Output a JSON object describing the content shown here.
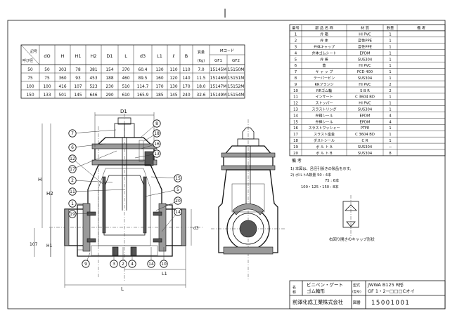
{
  "drawing": {
    "sheet_mark": "|"
  },
  "dim_table": {
    "head_nominal_top": "記号",
    "head_nominal_bottom": "呼び径",
    "columns": [
      "dO",
      "H",
      "H1",
      "H2",
      "D1",
      "L",
      "d3",
      "L1",
      "ℓ",
      "B"
    ],
    "mass_head": "質量",
    "mass_unit": "(Kg)",
    "code_head": "Mコ−ド",
    "code_cols": [
      "GF1",
      "GF2"
    ],
    "rows": [
      {
        "size": "50",
        "vals": [
          "50",
          "303",
          "78",
          "381",
          "154",
          "370",
          "60.4",
          "130",
          "110",
          "110"
        ],
        "mass": "7.0",
        "gf1": "15145M",
        "gf2": "15150M"
      },
      {
        "size": "75",
        "vals": [
          "75",
          "360",
          "93",
          "453",
          "188",
          "460",
          "89.5",
          "160",
          "120",
          "140"
        ],
        "mass": "11.5",
        "gf1": "15146M",
        "gf2": "15151M"
      },
      {
        "size": "100",
        "vals": [
          "100",
          "416",
          "107",
          "523",
          "230",
          "510",
          "114.7",
          "170",
          "130",
          "170"
        ],
        "mass": "18.0",
        "gf1": "15147M",
        "gf2": "15152M"
      },
      {
        "size": "150",
        "vals": [
          "133",
          "501",
          "145",
          "646",
          "290",
          "610",
          "165.9",
          "185",
          "145",
          "240"
        ],
        "mass": "32.6",
        "gf1": "15149M",
        "gf2": "15154M"
      }
    ]
  },
  "parts_table": {
    "headers": [
      "番号",
      "部 品 名 称",
      "材 質",
      "数量",
      "備 考"
    ],
    "rows": [
      {
        "no": "1",
        "name": "弁 箱",
        "mat": "HI PVC",
        "qty": "1"
      },
      {
        "no": "2",
        "name": "弁 体",
        "mat": "変性PPE",
        "qty": "1"
      },
      {
        "no": "3",
        "name": "弁体キャップ",
        "mat": "変性PPE",
        "qty": "1"
      },
      {
        "no": "4",
        "name": "弁体ゴムシート",
        "mat": "EPDM",
        "qty": "1"
      },
      {
        "no": "5",
        "name": "弁 棒",
        "mat": "SUS304",
        "qty": "1"
      },
      {
        "no": "6",
        "name": "蓋",
        "mat": "HI PVC",
        "qty": "1"
      },
      {
        "no": "7",
        "name": "キ ャ ッ プ",
        "mat": "FCD 400",
        "qty": "1"
      },
      {
        "no": "8",
        "name": "テーパーピン",
        "mat": "SUS304",
        "qty": "1"
      },
      {
        "no": "9",
        "name": "RRフランジ",
        "mat": "HI PVC",
        "qty": "2"
      },
      {
        "no": "10",
        "name": "RRゴム輪",
        "mat": "S B R",
        "qty": "2"
      },
      {
        "no": "11",
        "name": "インサート",
        "mat": "C 3604 BD",
        "qty": "1"
      },
      {
        "no": "12",
        "name": "ストッパー",
        "mat": "HI PVC",
        "qty": "1"
      },
      {
        "no": "13",
        "name": "スラストリング",
        "mat": "SUS304",
        "qty": "1"
      },
      {
        "no": "14",
        "name": "弁箱シール",
        "mat": "EPDM",
        "qty": "4"
      },
      {
        "no": "15",
        "name": "弁棒シール",
        "mat": "EPDM",
        "qty": "4"
      },
      {
        "no": "16",
        "name": "スラストワッシャー",
        "mat": "PTFE",
        "qty": "1"
      },
      {
        "no": "17",
        "name": "スラスト座金",
        "mat": "C 3604 BD",
        "qty": "1"
      },
      {
        "no": "18",
        "name": "ダストシール",
        "mat": "C R",
        "qty": "1"
      },
      {
        "no": "19",
        "name": "ボ ル ト A",
        "mat": "SUS304",
        "qty": "−"
      },
      {
        "no": "20",
        "name": "ボ ル ト B",
        "mat": "SUS304",
        "qty": "8"
      }
    ]
  },
  "notes": {
    "title": "備 考",
    "line1": "1) 本図は、呂径引張きの製品を示す。",
    "line2": "2) ボルトA数量 50 : 4本",
    "line3": "75 : 6本",
    "line4": "100・125・150 : 8本"
  },
  "cap_caption": "右回り開きのキャップ形状",
  "title_block": {
    "name_label": "名\n称",
    "product_name_1": "ビニペン・ゲート",
    "product_name_2": "ゴム輪形",
    "standard_label": "型式",
    "standard_label2": "(型号)",
    "standard_1": "JWWA B125 R形",
    "standard_2": "GF 1・2−□□□Cオイ",
    "company": "前澤化成工業株式会社",
    "dwg_label": "図番",
    "dwg_no": "15001001"
  },
  "front_view": {
    "dims": {
      "D1": "D1",
      "H": "H",
      "H2": "H2",
      "H1": "H1",
      "L": "L",
      "L1": "L1",
      "d3": "d3",
      "h107": "107"
    },
    "callouts_left": [
      "7",
      "6",
      "12",
      "17",
      "2",
      "11",
      "1",
      "19",
      "9"
    ],
    "callouts_right": [
      "8",
      "18",
      "16",
      "13",
      "15",
      "5",
      "20",
      "14",
      "4",
      "10"
    ],
    "callouts_bottom": [
      "3",
      "2",
      "4",
      "14",
      "10"
    ]
  }
}
